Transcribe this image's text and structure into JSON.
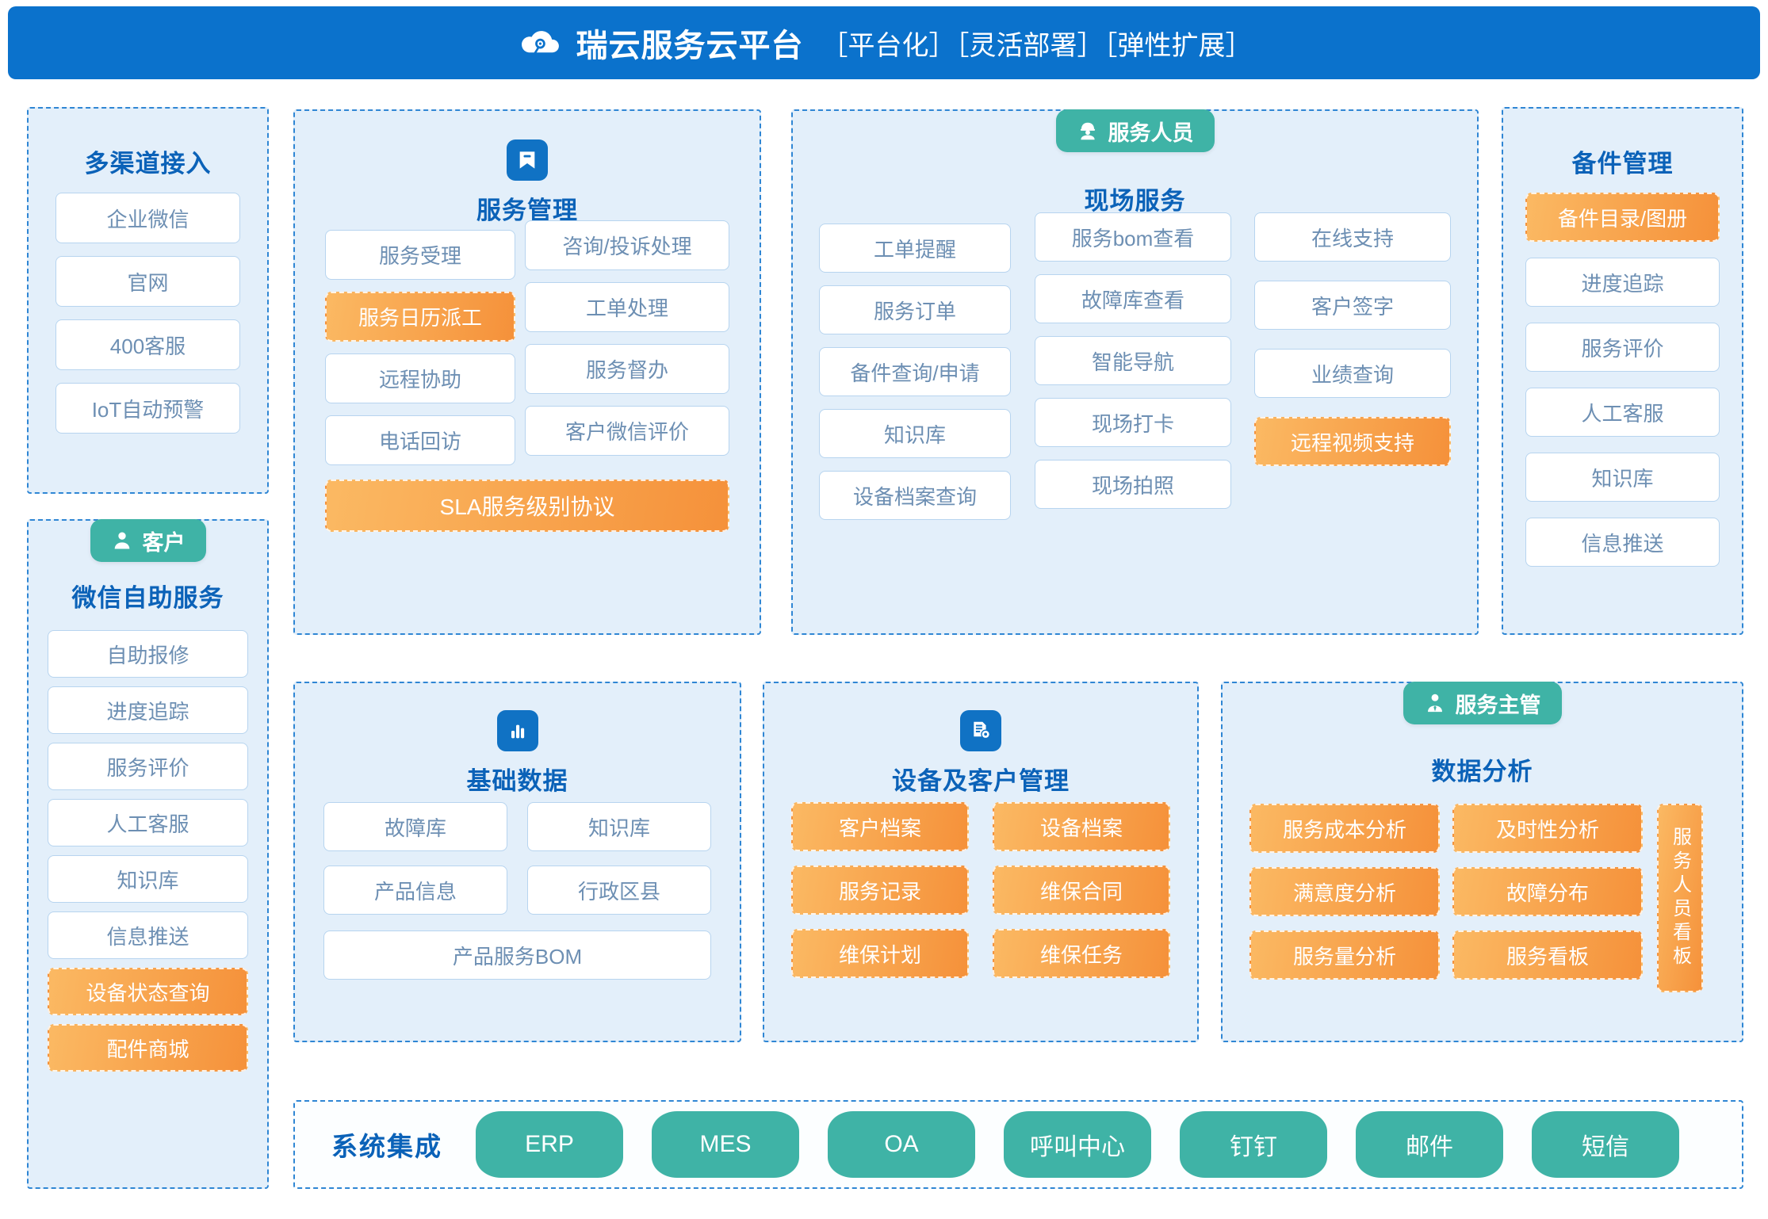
{
  "header": {
    "logo_icon": "cloud-service-logo-icon",
    "brand": "瑞云服务云平台",
    "tags": "［平台化］［灵活部署］［弹性扩展］",
    "bg_color": "#0b72cc"
  },
  "colors": {
    "panel_bg": "#e3effa",
    "panel_border": "#2f86d4",
    "title_blue": "#0b62b8",
    "tile_text": "#6d8fb3",
    "tile_border": "#b7d4ef",
    "orange_from": "#fbb963",
    "orange_to": "#f5913a",
    "teal": "#3fb3a6"
  },
  "panels": {
    "multichannel": {
      "title": "多渠道接入",
      "items": [
        {
          "label": "企业微信",
          "highlight": false
        },
        {
          "label": "官网",
          "highlight": false
        },
        {
          "label": "400客服",
          "highlight": false
        },
        {
          "label": "IoT自动预警",
          "highlight": false
        }
      ]
    },
    "wechat_self_service": {
      "role_badge": {
        "label": "客户",
        "icon": "person-icon"
      },
      "title": "微信自助服务",
      "items": [
        {
          "label": "自助报修",
          "highlight": false
        },
        {
          "label": "进度追踪",
          "highlight": false
        },
        {
          "label": "服务评价",
          "highlight": false
        },
        {
          "label": "人工客服",
          "highlight": false
        },
        {
          "label": "知识库",
          "highlight": false
        },
        {
          "label": "信息推送",
          "highlight": false
        },
        {
          "label": "设备状态查询",
          "highlight": true
        },
        {
          "label": "配件商城",
          "highlight": true
        }
      ]
    },
    "service_management": {
      "icon": "bookmark-icon",
      "title": "服务管理",
      "col_left": [
        {
          "label": "服务受理",
          "highlight": false
        },
        {
          "label": "服务日历派工",
          "highlight": true
        },
        {
          "label": "远程协助",
          "highlight": false
        },
        {
          "label": "电话回访",
          "highlight": false
        }
      ],
      "col_right": [
        {
          "label": "咨询/投诉处理",
          "highlight": false
        },
        {
          "label": "工单处理",
          "highlight": false
        },
        {
          "label": "服务督办",
          "highlight": false
        },
        {
          "label": "客户微信评价",
          "highlight": false
        }
      ],
      "full_width": {
        "label": "SLA服务级别协议",
        "highlight": true
      }
    },
    "onsite_service": {
      "role_badge": {
        "label": "服务人员",
        "icon": "worker-helmet-icon"
      },
      "title": "现场服务",
      "col1": [
        {
          "label": "工单提醒",
          "highlight": false
        },
        {
          "label": "服务订单",
          "highlight": false
        },
        {
          "label": "备件查询/申请",
          "highlight": false
        },
        {
          "label": "知识库",
          "highlight": false
        },
        {
          "label": "设备档案查询",
          "highlight": false
        }
      ],
      "col2": [
        {
          "label": "服务bom查看",
          "highlight": false
        },
        {
          "label": "故障库查看",
          "highlight": false
        },
        {
          "label": "智能导航",
          "highlight": false
        },
        {
          "label": "现场打卡",
          "highlight": false
        },
        {
          "label": "现场拍照",
          "highlight": false
        }
      ],
      "col3": [
        {
          "label": "在线支持",
          "highlight": false
        },
        {
          "label": "客户签字",
          "highlight": false
        },
        {
          "label": "业绩查询",
          "highlight": false
        },
        {
          "label": "远程视频支持",
          "highlight": true
        }
      ]
    },
    "spare_parts": {
      "title": "备件管理",
      "items": [
        {
          "label": "备件目录/图册",
          "highlight": true
        },
        {
          "label": "进度追踪",
          "highlight": false
        },
        {
          "label": "服务评价",
          "highlight": false
        },
        {
          "label": "人工客服",
          "highlight": false
        },
        {
          "label": "知识库",
          "highlight": false
        },
        {
          "label": "信息推送",
          "highlight": false
        }
      ]
    },
    "basic_data": {
      "icon": "bar-chart-icon",
      "title": "基础数据",
      "col_left": [
        {
          "label": "故障库",
          "highlight": false
        },
        {
          "label": "产品信息",
          "highlight": false
        }
      ],
      "col_right": [
        {
          "label": "知识库",
          "highlight": false
        },
        {
          "label": "行政区县",
          "highlight": false
        }
      ],
      "full_width": {
        "label": "产品服务BOM",
        "highlight": false
      }
    },
    "equipment_customer": {
      "icon": "document-gear-icon",
      "title": "设备及客户管理",
      "col_left": [
        {
          "label": "客户档案",
          "highlight": true
        },
        {
          "label": "服务记录",
          "highlight": true
        },
        {
          "label": "维保计划",
          "highlight": true
        }
      ],
      "col_right": [
        {
          "label": "设备档案",
          "highlight": true
        },
        {
          "label": "维保合同",
          "highlight": true
        },
        {
          "label": "维保任务",
          "highlight": true
        }
      ]
    },
    "data_analysis": {
      "role_badge": {
        "label": "服务主管",
        "icon": "manager-tie-icon"
      },
      "title": "数据分析",
      "col_left": [
        {
          "label": "服务成本分析",
          "highlight": true
        },
        {
          "label": "满意度分析",
          "highlight": true
        },
        {
          "label": "服务量分析",
          "highlight": true
        }
      ],
      "col_right": [
        {
          "label": "及时性分析",
          "highlight": true
        },
        {
          "label": "故障分布",
          "highlight": true
        },
        {
          "label": "服务看板",
          "highlight": true
        }
      ],
      "vertical": {
        "label": "服务人员看板",
        "highlight": true
      }
    },
    "system_integration": {
      "label": "系统集成",
      "chips": [
        "ERP",
        "MES",
        "OA",
        "呼叫中心",
        "钉钉",
        "邮件",
        "短信"
      ]
    }
  }
}
